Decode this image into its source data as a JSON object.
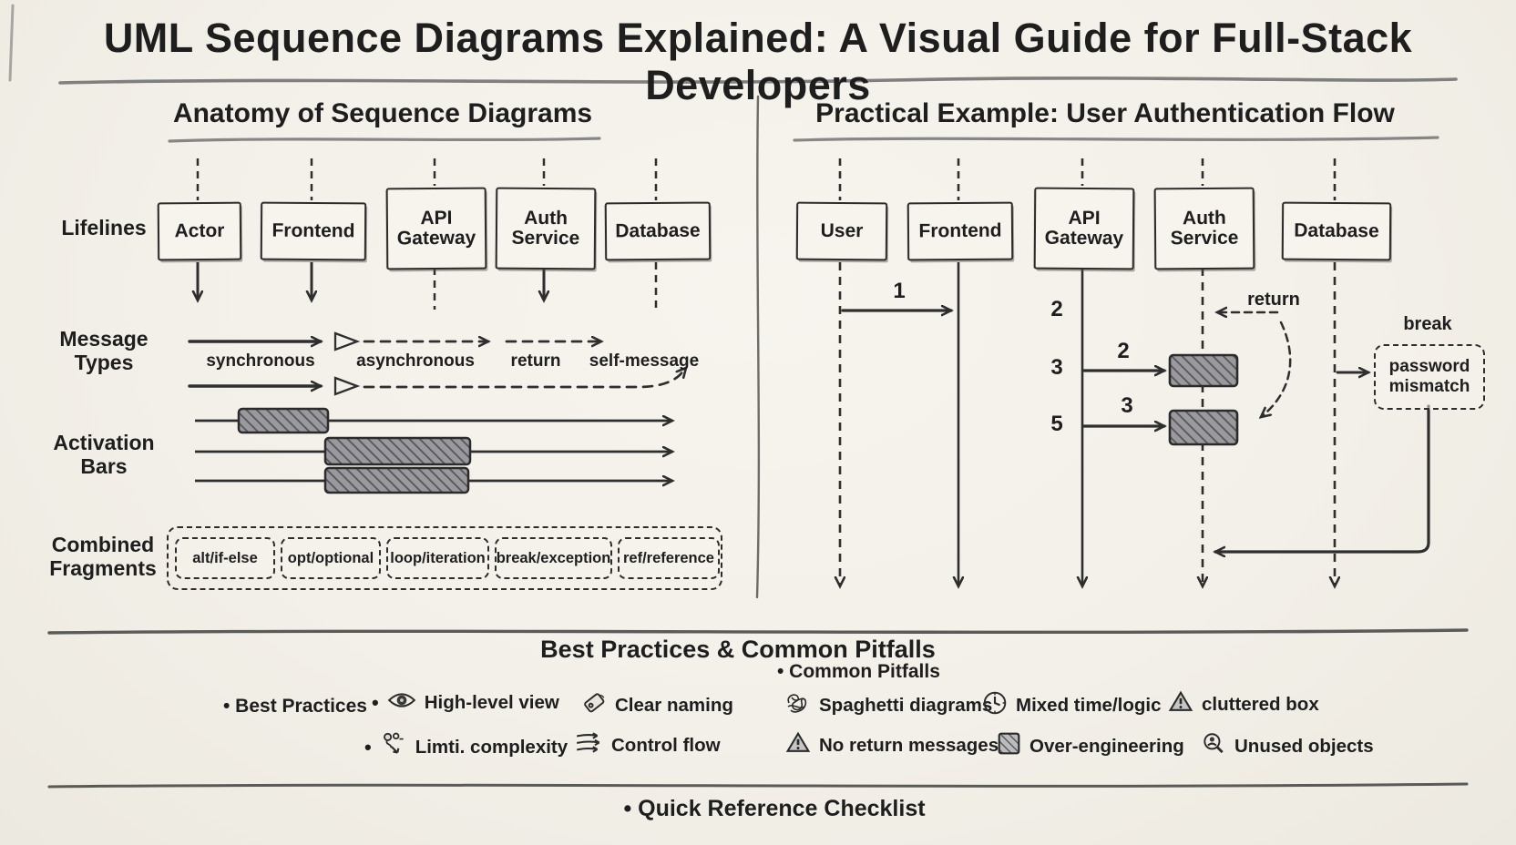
{
  "title": "UML Sequence Diagrams Explained: A Visual Guide for Full-Stack Developers",
  "anatomy": {
    "heading": "Anatomy of Sequence Diagrams",
    "labels": {
      "lifelines": "Lifelines",
      "message_types": "Message\nTypes",
      "activation_bars": "Activation\nBars",
      "combined_fragments": "Combined\nFragments"
    },
    "lifelines": [
      "Actor",
      "Frontend",
      "API Gateway",
      "Auth Service",
      "Database"
    ],
    "message_types": [
      "synchronous",
      "asynchronous",
      "return",
      "self-message"
    ],
    "fragments": [
      "alt/if-else",
      "opt/optional",
      "loop/iteration",
      "break/exception",
      "ref/reference"
    ]
  },
  "example": {
    "heading": "Practical Example: User Authentication Flow",
    "lifelines": [
      "User",
      "Frontend",
      "API Gateway",
      "Auth Service",
      "Database"
    ],
    "message_number": "1",
    "sequence_numbers": [
      "2",
      "3",
      "5"
    ],
    "call_labels": [
      "2",
      "3"
    ],
    "return_label": "return",
    "break_label": "break",
    "break_condition": "password\nmismatch"
  },
  "practices": {
    "heading": "Best Practices & Common Pitfalls",
    "best_practices_label": "• Best Practices",
    "common_pitfalls_label": "• Common Pitfalls",
    "best_items": [
      {
        "bullet": "•",
        "icon": "eye-icon",
        "label": "High-level view"
      },
      {
        "bullet": "",
        "icon": "tag-icon",
        "label": "Clear naming"
      },
      {
        "bullet": "•",
        "icon": "shapes-icon",
        "label": "Limti. complexity"
      },
      {
        "bullet": "",
        "icon": "control-flow-icon",
        "label": "Control flow"
      }
    ],
    "pitfall_items": [
      {
        "icon": "scribble-icon",
        "label": "Spaghetti diagrams"
      },
      {
        "icon": "clock-icon",
        "label": "Mixed time/logic"
      },
      {
        "icon": "warning-icon",
        "label": "cluttered box"
      },
      {
        "icon": "warning-icon",
        "label": "No return messages"
      },
      {
        "icon": "hatched-box-icon",
        "label": "Over-engineering"
      },
      {
        "icon": "person-magnifier-icon",
        "label": "Unused objects"
      }
    ]
  },
  "footer": {
    "checklist": "• Quick Reference Checklist"
  },
  "colors": {
    "background": "#f3f0e9",
    "ink": "#1e1e1e",
    "pencil_gray": "#6b6b6b",
    "bar_fill": "#9a9a9e"
  }
}
